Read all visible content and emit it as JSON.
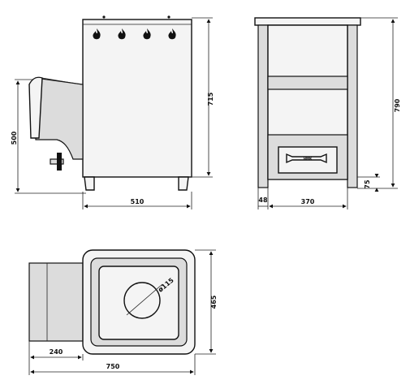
{
  "drawing": {
    "side_view": {
      "height_left": "500",
      "height_right": "715",
      "width_bottom": "510"
    },
    "front_view": {
      "height_total": "790",
      "leg_height": "75",
      "frame_width": "48",
      "inner_width": "370",
      "door_label": "НМК"
    },
    "top_view": {
      "depth": "465",
      "flue_width": "240",
      "total_width": "750",
      "chimney_diameter": "ø115"
    }
  }
}
